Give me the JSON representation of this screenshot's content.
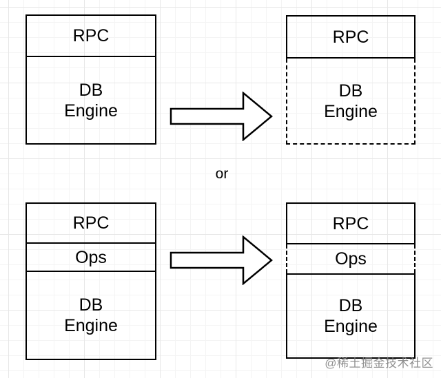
{
  "diagram": {
    "or_label": "or",
    "row1": {
      "before": {
        "rpc": "RPC",
        "db": "DB\nEngine"
      },
      "after": {
        "rpc": "RPC",
        "db": "DB\nEngine"
      }
    },
    "row2": {
      "before": {
        "rpc": "RPC",
        "ops": "Ops",
        "db": "DB\nEngine"
      },
      "after": {
        "rpc": "RPC",
        "ops": "Ops",
        "db": "DB\nEngine"
      }
    }
  },
  "watermark": {
    "text": "@稀土掘金技术社区",
    "color": "#7d7d7d"
  },
  "colors": {
    "stroke": "#000000",
    "box_fill": "transparent",
    "arrow_fill": "#ffffff"
  }
}
